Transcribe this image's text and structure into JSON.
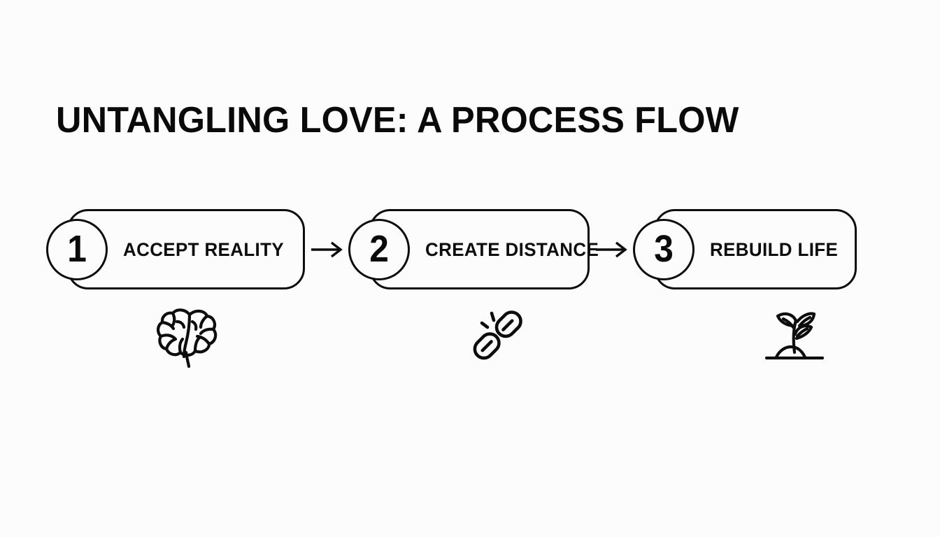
{
  "title": "UNTANGLING LOVE: A PROCESS FLOW",
  "colors": {
    "background": "#fcfcfc",
    "stroke": "#0d0d0d",
    "text": "#0a0a0a"
  },
  "flow": {
    "arrow_glyph": "→",
    "steps": [
      {
        "number": "1",
        "label": "ACCEPT REALITY",
        "icon": "brain-icon"
      },
      {
        "number": "2",
        "label": "CREATE DISTANCE",
        "icon": "broken-chain-icon"
      },
      {
        "number": "3",
        "label": "REBUILD LIFE",
        "icon": "sprout-icon"
      }
    ]
  }
}
